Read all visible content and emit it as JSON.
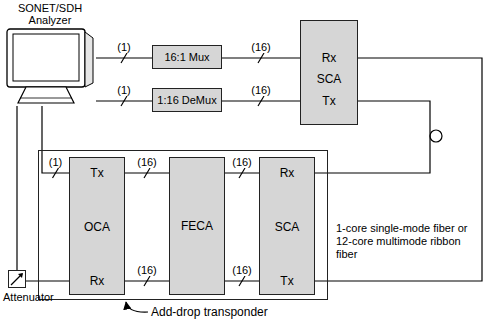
{
  "diagram": {
    "nodes": [
      {
        "text": [
          "SONET/SDH Analyzer"
        ]
      },
      {
        "text": [
          "16:1 Mux"
        ]
      },
      {
        "text": [
          "1:16 DeMux"
        ]
      },
      {
        "text": [
          "Rx",
          "SCA",
          "Tx"
        ]
      },
      {
        "text": [
          "Add-drop transponder"
        ]
      },
      {
        "text": [
          "Tx",
          "OCA",
          "Rx"
        ],
        "in": 4
      },
      {
        "text": [
          "FECA"
        ],
        "in": 4
      },
      {
        "text": [
          "Rx",
          "SCA",
          "Tx"
        ],
        "in": 4
      },
      {
        "text": [
          "Attenuator"
        ]
      }
    ],
    "edges": [
      {
        "from": 0,
        "to": 1,
        "arrow": "none",
        "label": "(1)"
      },
      {
        "from": 1,
        "to": 3,
        "arrow": "none",
        "label": "(16)"
      },
      {
        "from": 0,
        "to": 2,
        "arrow": "none",
        "label": "(1)"
      },
      {
        "from": 2,
        "to": 3,
        "arrow": "none",
        "label": "(16)"
      },
      {
        "from": 5,
        "to": 6,
        "arrow": "none",
        "label": "(16)"
      },
      {
        "from": 5,
        "to": 6,
        "arrow": "none",
        "label": "(16)"
      },
      {
        "from": 6,
        "to": 7,
        "arrow": "none",
        "label": "(16)"
      },
      {
        "from": 6,
        "to": 7,
        "arrow": "none",
        "label": "(16)"
      },
      {
        "from": 3,
        "to": 7,
        "arrow": "none"
      },
      {
        "from": 7,
        "to": 3,
        "arrow": "none"
      },
      {
        "from": 5,
        "to": 0,
        "arrow": "none",
        "label": "(1)"
      },
      {
        "from": 0,
        "to": 8,
        "arrow": "none"
      },
      {
        "from": 8,
        "to": 5,
        "arrow": "none"
      }
    ],
    "labels": [
      "1-core single-mode fiber or 12-core multimode ribbon fiber"
    ]
  }
}
